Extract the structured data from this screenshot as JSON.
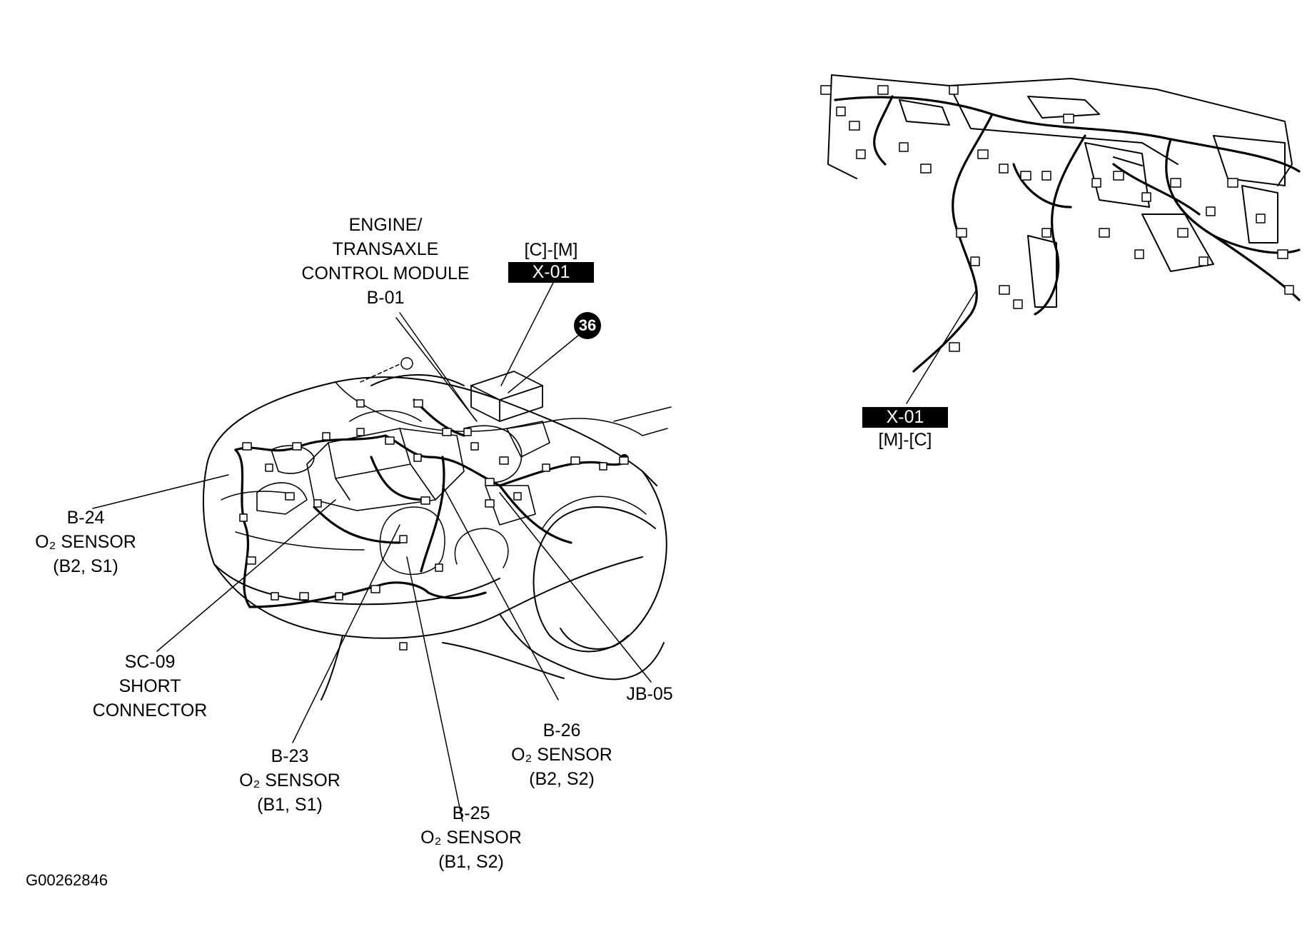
{
  "labels": {
    "ecm": [
      "ENGINE/",
      "TRANSAXLE",
      "CONTROL MODULE",
      "B-01"
    ],
    "x01_left_top": "[C]-[M]",
    "x01_left_box": "X-01",
    "ref_36": "36",
    "b24": [
      "B-24",
      "O₂ SENSOR",
      "(B2, S1)"
    ],
    "sc09": [
      "SC-09",
      "SHORT",
      "CONNECTOR"
    ],
    "b23": [
      "B-23",
      "O₂ SENSOR",
      "(B1, S1)"
    ],
    "b25": [
      "B-25",
      "O₂ SENSOR",
      "(B1, S2)"
    ],
    "b26": [
      "B-26",
      "O₂ SENSOR",
      "(B2, S2)"
    ],
    "jb05": "JB-05",
    "x01_right_box": "X-01",
    "x01_right_bottom": "[M]-[C]",
    "figure_code": "G00262846"
  }
}
